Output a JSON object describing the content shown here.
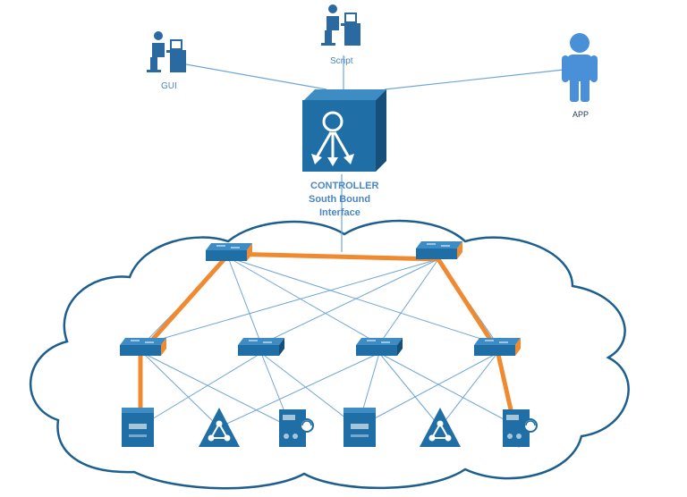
{
  "labels": {
    "gui": "GUI",
    "script": "Script",
    "app": "APP",
    "controller_line1": "CONTROLLER",
    "controller_line2": "South Bound",
    "controller_line3": "Interface"
  },
  "colors": {
    "device_blue": "#1f6fa6",
    "device_dark": "#164f7a",
    "link_thin": "#6fa6d6",
    "path_orange": "#f08a30",
    "cloud_outline": "#1c5f8e",
    "person_blue": "#4a90d9",
    "label_blue": "#4a86c5"
  },
  "diagram": {
    "clients": [
      "gui-workstation",
      "script-workstation",
      "app-user"
    ],
    "controller": "sdn-controller",
    "core_switches": [
      "core-switch-left",
      "core-switch-right"
    ],
    "access_switches": [
      "access-switch-1",
      "access-switch-2",
      "access-switch-3",
      "access-switch-4"
    ],
    "endpoints": [
      "server-1",
      "router-1",
      "storage-server-1",
      "server-2",
      "router-2",
      "storage-server-2"
    ],
    "highlighted_path": [
      "server-1",
      "access-switch-1",
      "core-switch-left",
      "core-switch-right",
      "access-switch-4",
      "storage-server-2"
    ]
  }
}
